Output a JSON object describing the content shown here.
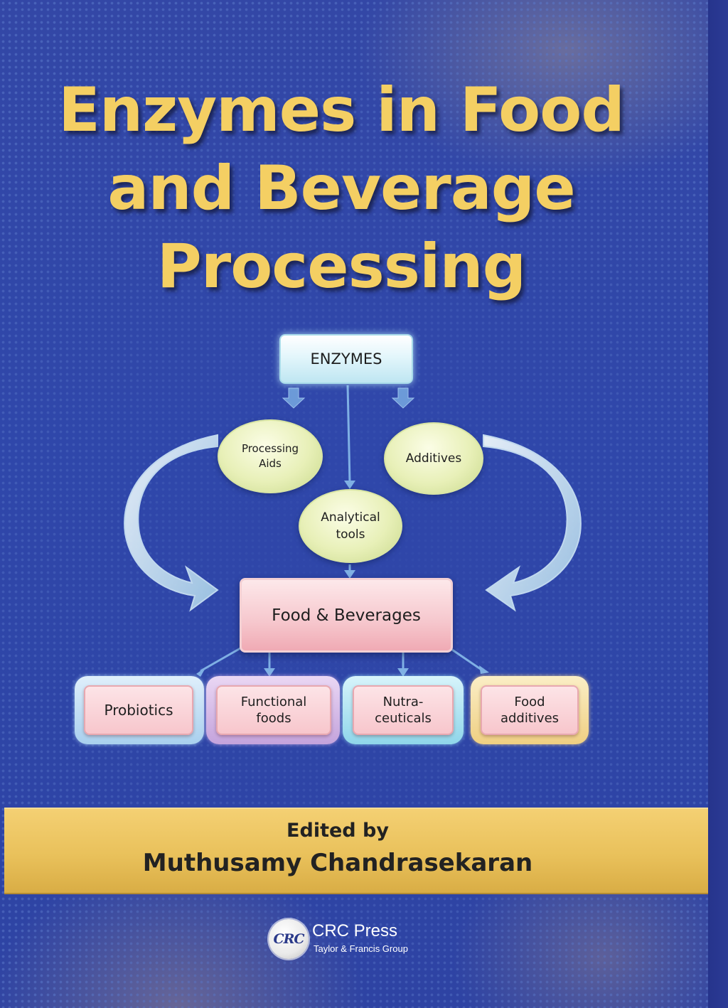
{
  "cover": {
    "title_lines": [
      "Enzymes in Food",
      "and Beverage",
      "Processing"
    ],
    "colors": {
      "background": "#2f47aa",
      "title": "#f4cf63",
      "band": "#e9c15b"
    }
  },
  "diagram": {
    "root": "ENZYMES",
    "branches": {
      "processing_aids": "Processing\nAids",
      "additives": "Additives",
      "analytical_tools": "Analytical\ntools"
    },
    "center": "Food & Beverages",
    "outputs": [
      {
        "label": "Probiotics"
      },
      {
        "label": "Functional\nfoods"
      },
      {
        "label": "Nutra-\nceuticals"
      },
      {
        "label": "Food\nadditives"
      }
    ]
  },
  "credits": {
    "edited_by": "Edited by",
    "editor": "Muthusamy Chandrasekaran"
  },
  "publisher": {
    "logo_text": "CRC",
    "name": "CRC Press",
    "subtitle": "Taylor & Francis Group"
  }
}
